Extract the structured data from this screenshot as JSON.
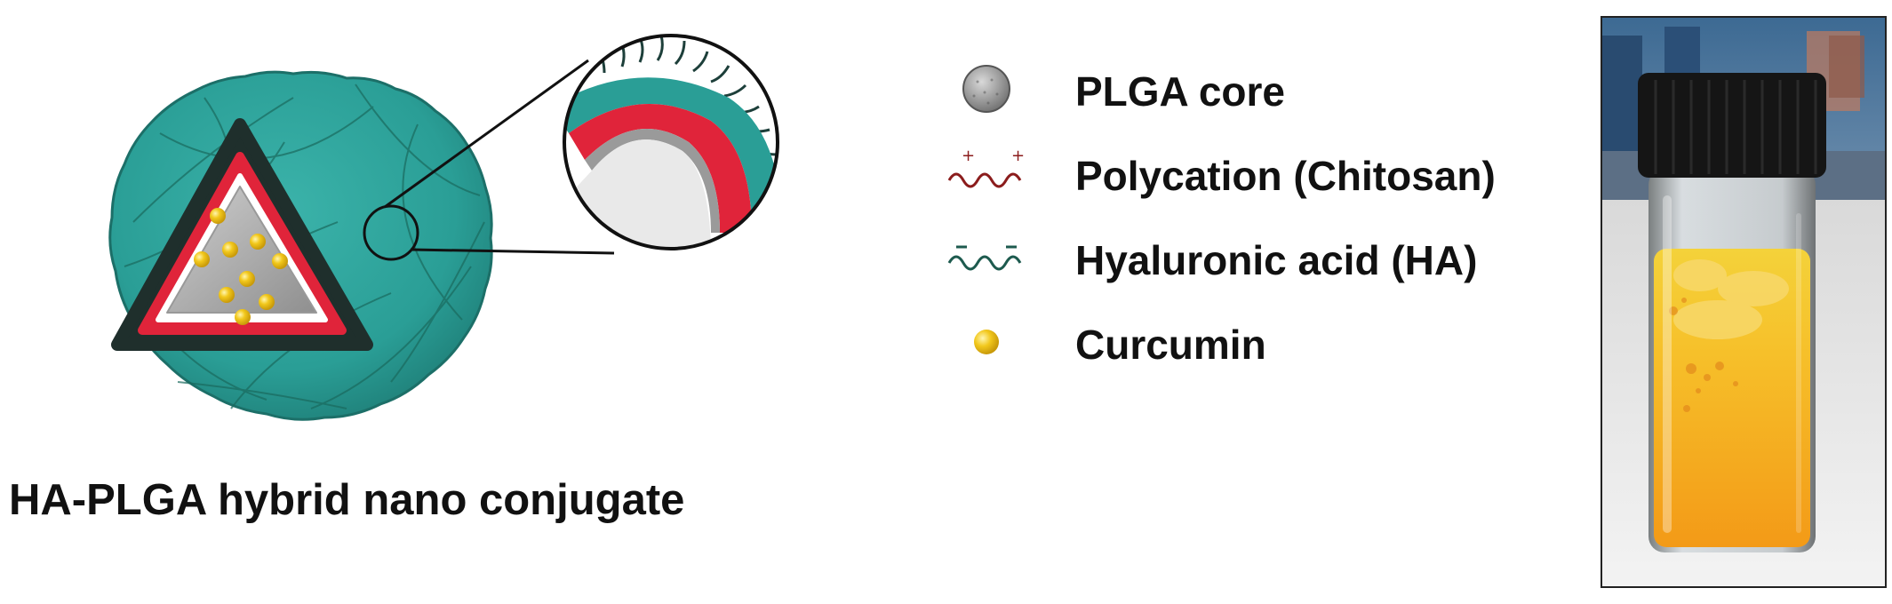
{
  "figure": {
    "caption": "HA-PLGA hybrid nano conjugate"
  },
  "legend": {
    "items": [
      {
        "label": "PLGA core",
        "icon": "plga-core-icon"
      },
      {
        "label": "Polycation (Chitosan)",
        "icon": "polycation-chitosan-icon"
      },
      {
        "label": "Hyaluronic acid (HA)",
        "icon": "hyaluronic-acid-icon"
      },
      {
        "label": "Curcumin",
        "icon": "curcumin-icon"
      }
    ]
  },
  "colors": {
    "ha_shell": "#2a9e96",
    "ha_dark": "#1d5a4e",
    "chitosan": "#e0243a",
    "plga_core": "#a8a8a8",
    "curcumin": "#f2c81c",
    "outer_frame": "#1f2f2c",
    "vial_liquid": "#f5a21a"
  }
}
